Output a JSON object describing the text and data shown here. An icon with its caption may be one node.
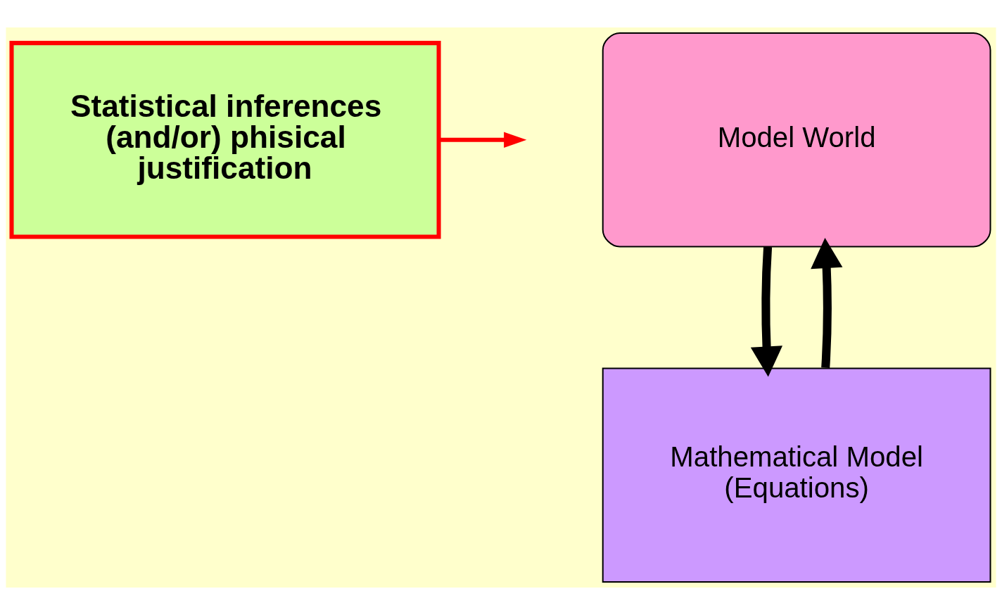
{
  "diagram": {
    "nodes": [
      {
        "text": [
          "Statistical inferences (and/or) phisical justification"
        ]
      },
      {
        "text": [
          "Model World"
        ]
      },
      {
        "text": [
          "Mathematical Model (Equations)"
        ]
      }
    ],
    "edges": [
      {
        "from": 0,
        "to": null,
        "arrow": "to",
        "color": "#ff0000"
      },
      {
        "from": 2,
        "to": 1,
        "arrow": "to"
      },
      {
        "from": 1,
        "to": 2,
        "arrow": "to"
      }
    ]
  }
}
